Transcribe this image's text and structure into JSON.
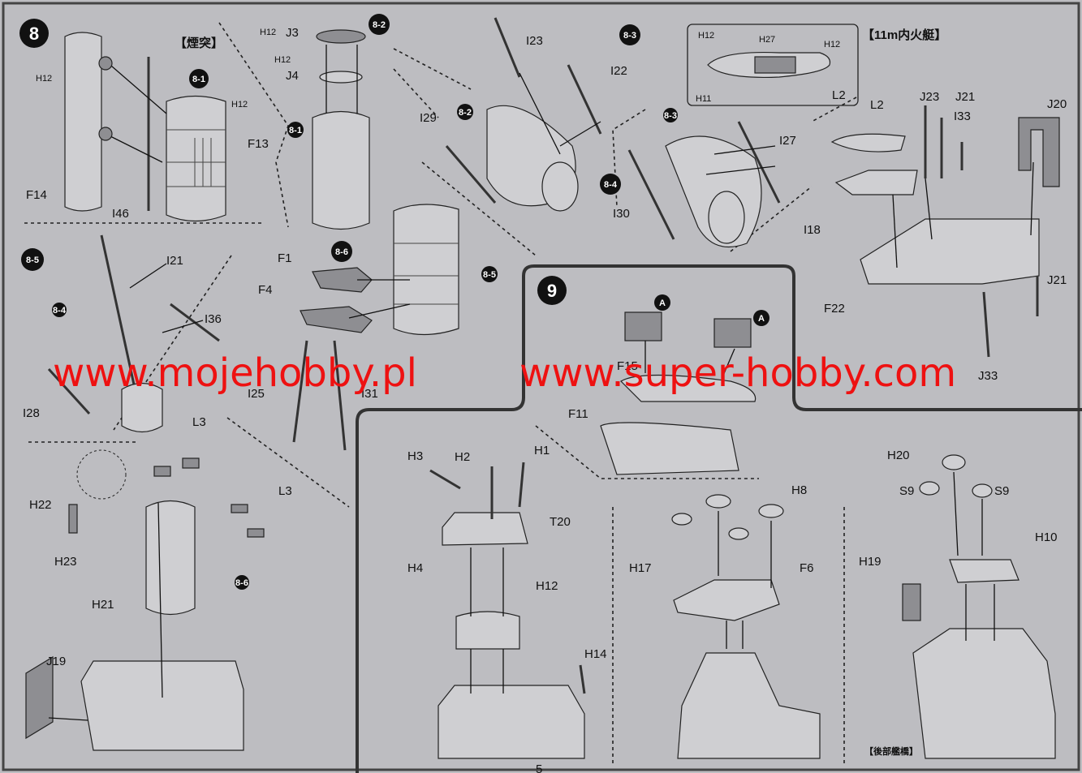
{
  "watermark": {
    "text_1": "www.mojehobby.pl",
    "text_2": "www.super-hobby.com",
    "color": "#ee1111"
  },
  "colors": {
    "paper": "#bdbdc1",
    "part": "#cfcfd2",
    "part_dark": "#8e8e92",
    "line": "#222222"
  },
  "step8": {
    "number": "8",
    "title": "【煙突】",
    "sub_markers": [
      "8-1",
      "8-2",
      "8-3",
      "8-4",
      "8-5",
      "8-6"
    ],
    "labels": {
      "h12_a": "H12",
      "f14": "F14",
      "i46": "I46",
      "f13": "F13",
      "h12_b": "H12",
      "j3": "J3",
      "h12_c": "H12",
      "j4": "J4",
      "h12_d": "H12",
      "i23": "I23",
      "i22": "I22",
      "i29": "I29",
      "i27": "I27",
      "i30": "I30",
      "i21": "I21",
      "i36": "I36",
      "i28": "I28",
      "f1": "F1",
      "f4": "F4",
      "i25": "I25",
      "i31": "I31",
      "l3_a": "L3",
      "l3_b": "L3",
      "h22": "H22",
      "h23": "H23",
      "h21": "H21",
      "j19": "J19"
    },
    "boat": {
      "title": "【11m内火艇】",
      "labels": {
        "h12_l": "H12",
        "h27": "H27",
        "h12_r": "H12",
        "h11": "H11",
        "l2": "L2"
      }
    },
    "right_labels": {
      "l2": "L2",
      "j23": "J23",
      "j21_a": "J21",
      "i33": "I33",
      "j20": "J20",
      "i18": "I18",
      "f22": "F22",
      "j21_b": "J21",
      "j33": "J33"
    }
  },
  "step9": {
    "number": "9",
    "marker": "A",
    "labels": {
      "f15": "F15",
      "f11": "F11",
      "h3": "H3",
      "h2": "H2",
      "h1": "H1",
      "t20": "T20",
      "h4": "H4",
      "h12": "H12",
      "h14": "H14",
      "h8": "H8",
      "h17": "H17",
      "f6": "F6",
      "h20": "H20",
      "s9_a": "S9",
      "s9_b": "S9",
      "h10": "H10",
      "h19": "H19"
    },
    "footer_title": "【後部艦橋】"
  },
  "page_number": "5"
}
